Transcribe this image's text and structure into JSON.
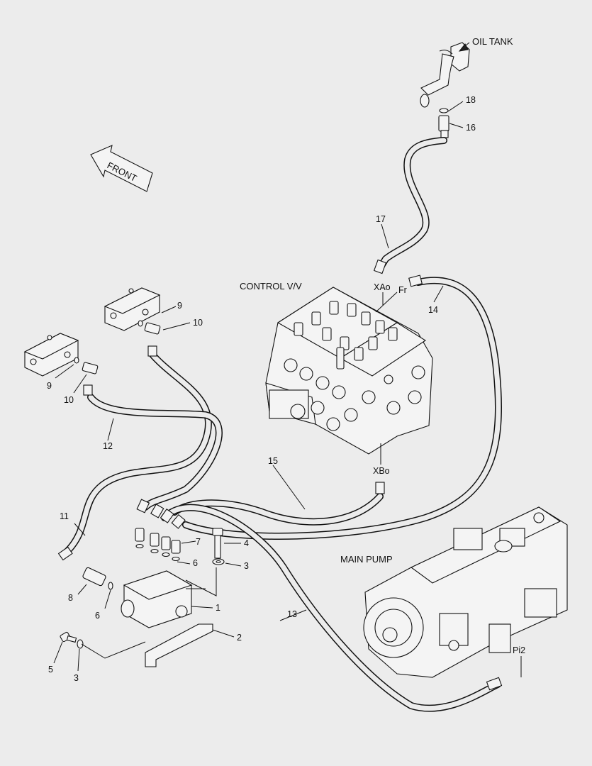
{
  "labels": {
    "oil_tank": "OIL TANK",
    "front": "FRONT",
    "control_valve": "CONTROL V/V",
    "main_pump": "MAIN PUMP",
    "port_xao": "XAo",
    "port_fr": "Fr",
    "port_xbo": "XBo",
    "port_pi2": "Pi2"
  },
  "callouts": {
    "p1": "1",
    "p2": "2",
    "p3a": "3",
    "p3b": "3",
    "p4": "4",
    "p5": "5",
    "p6a": "6",
    "p6b": "6",
    "p7": "7",
    "p8": "8",
    "p9a": "9",
    "p9b": "9",
    "p10a": "10",
    "p10b": "10",
    "p11": "11",
    "p12": "12",
    "p13": "13",
    "p14": "14",
    "p15": "15",
    "p16": "16",
    "p17": "17",
    "p18": "18"
  }
}
